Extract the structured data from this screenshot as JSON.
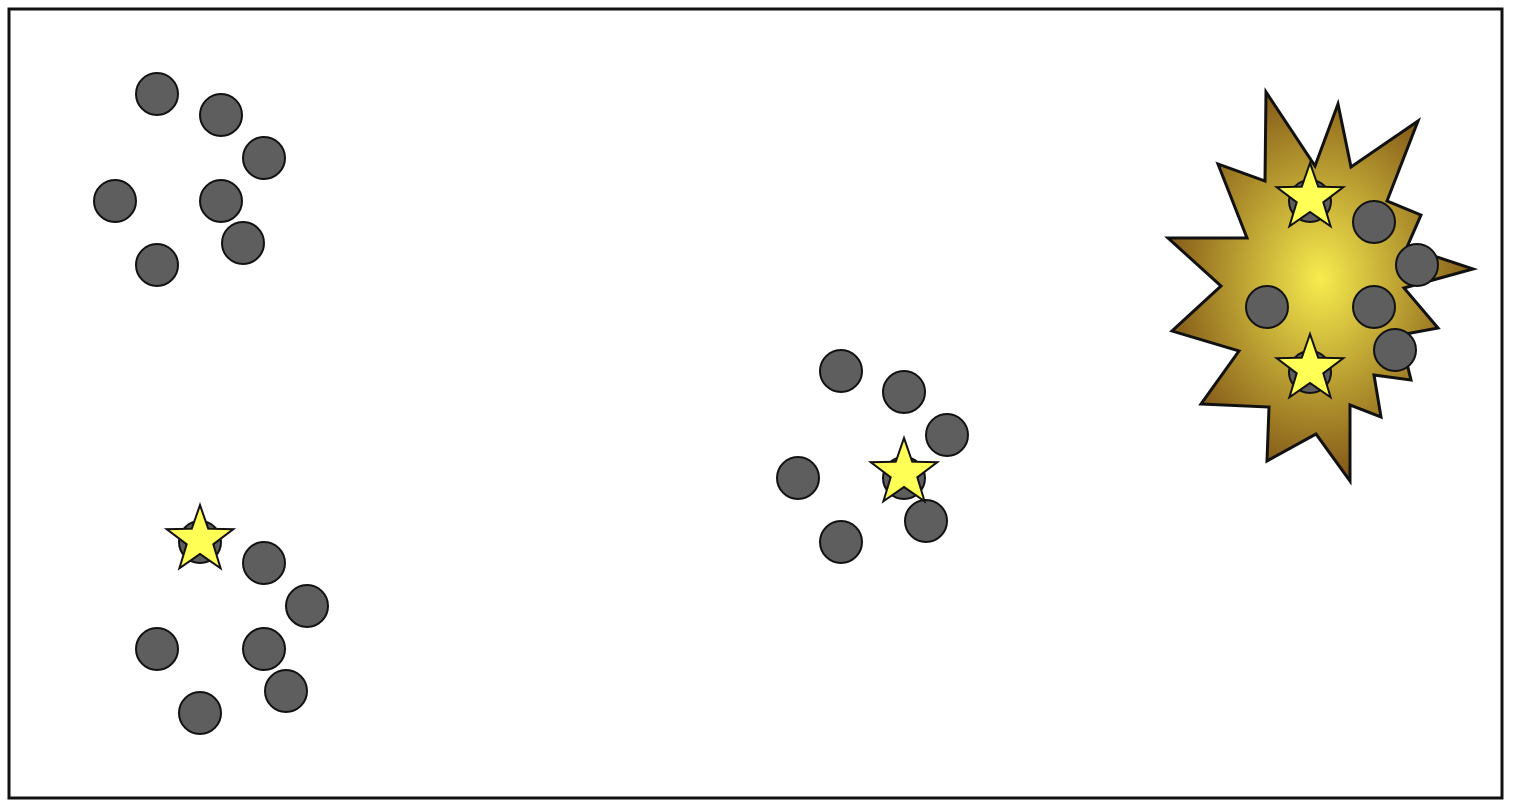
{
  "scene": {
    "background_color": "#ffffff",
    "border_color": "#111111",
    "explosion": {
      "icon": "explosion-burst-icon",
      "gradient_center_color": "#f7ec4e",
      "gradient_edge_color": "#7a4e14",
      "outline_color": "#111111"
    },
    "token": {
      "icon": "gray-circle-token-icon",
      "fill": "#5e5e5e",
      "stroke": "#111111"
    },
    "star": {
      "icon": "yellow-star-icon",
      "fill": "#ffff55",
      "stroke": "#111111"
    },
    "groups": [
      {
        "name": "top-left",
        "token_count": 7,
        "star_count": 0,
        "exploding": false
      },
      {
        "name": "bottom-left",
        "token_count": 7,
        "star_count": 1,
        "exploding": false
      },
      {
        "name": "center",
        "token_count": 7,
        "star_count": 1,
        "exploding": false
      },
      {
        "name": "top-right",
        "token_count": 7,
        "star_count": 2,
        "exploding": true
      }
    ]
  }
}
